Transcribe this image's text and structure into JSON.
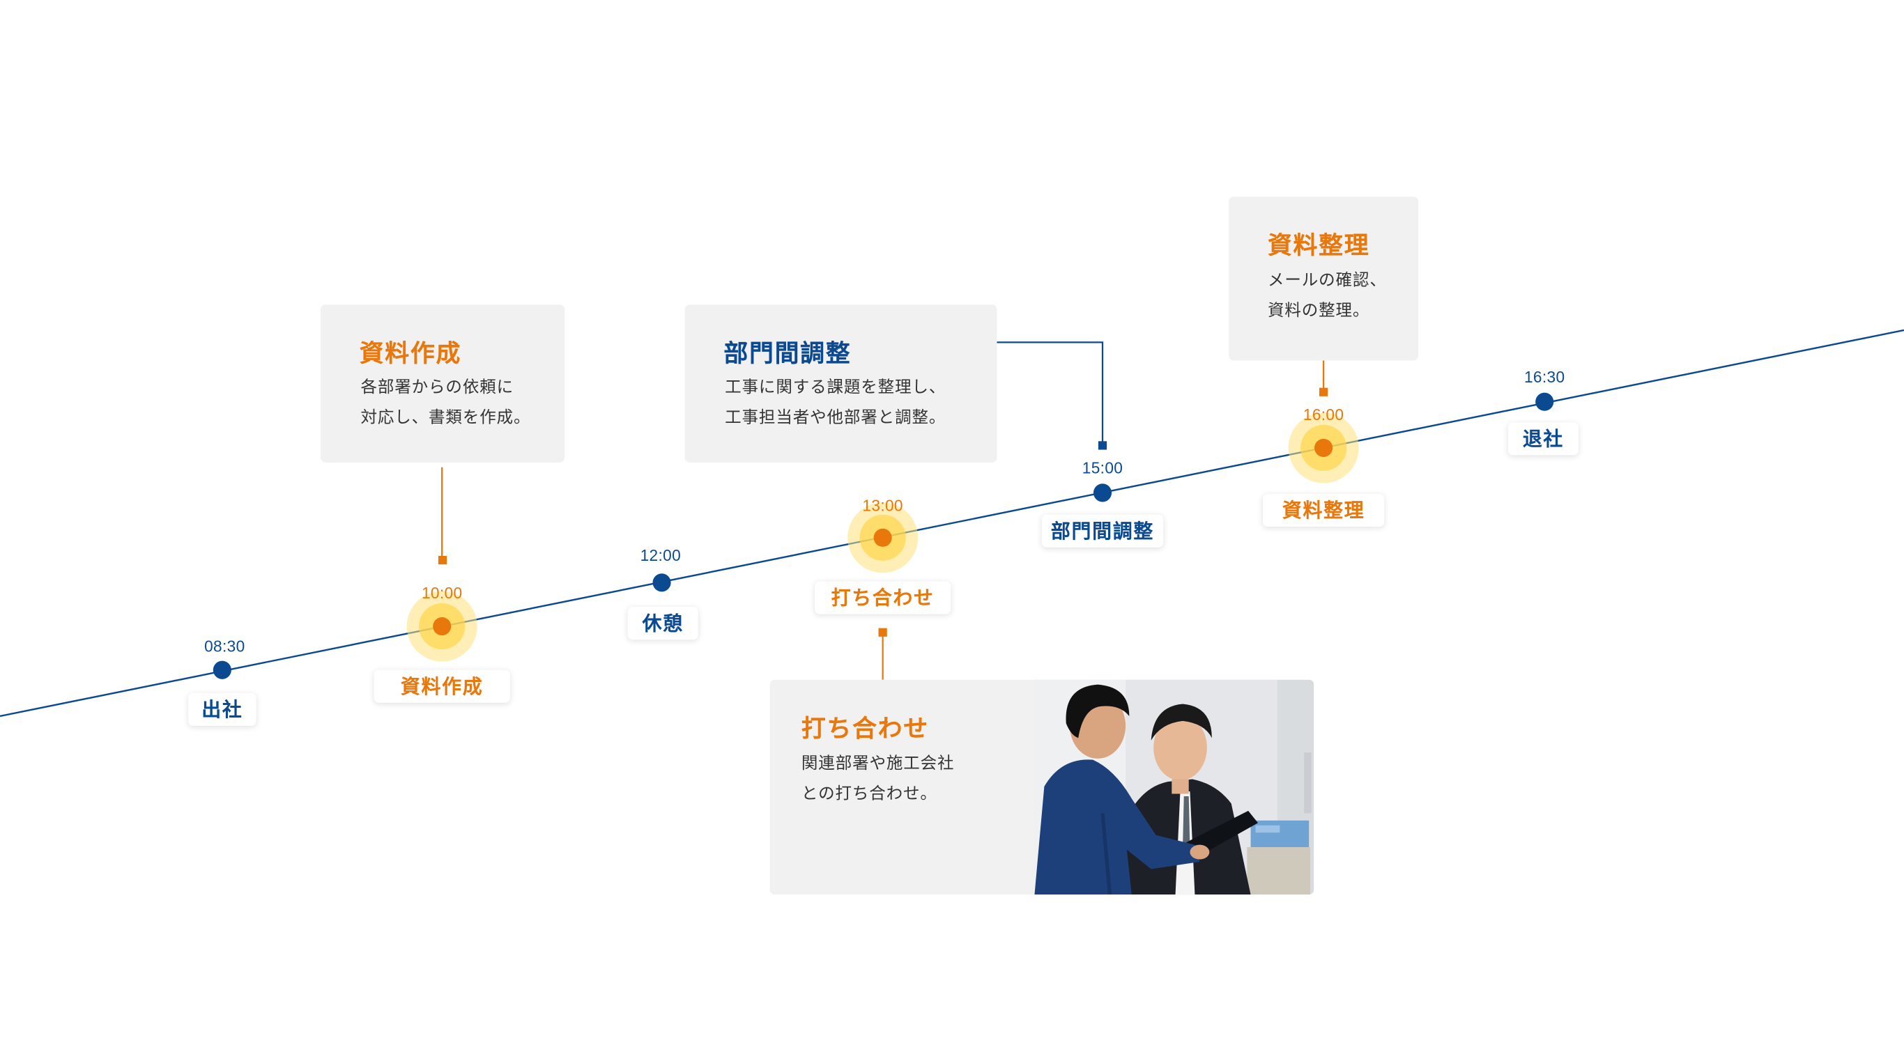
{
  "timeline": {
    "colors": {
      "blue": "#0b4a91",
      "orange": "#e8780c",
      "glow": "#ffd54a",
      "card_bg": "#f1f1f1"
    },
    "events": [
      {
        "id": "e0830",
        "time": "08:30",
        "label": "出社",
        "color": "blue"
      },
      {
        "id": "e1000",
        "time": "10:00",
        "label": "資料作成",
        "color": "orange"
      },
      {
        "id": "e1200",
        "time": "12:00",
        "label": "休憩",
        "color": "blue"
      },
      {
        "id": "e1300",
        "time": "13:00",
        "label": "打ち合わせ",
        "color": "orange"
      },
      {
        "id": "e1500",
        "time": "15:00",
        "label": "部門間調整",
        "color": "blue"
      },
      {
        "id": "e1600",
        "time": "16:00",
        "label": "資料整理",
        "color": "orange"
      },
      {
        "id": "e1630",
        "time": "16:30",
        "label": "退社",
        "color": "blue"
      }
    ],
    "cards": {
      "shiryo_sakusei": {
        "title": "資料作成",
        "description": "各部署からの依頼に\n対応し、書類を作成。"
      },
      "bumonkan_chosei": {
        "title": "部門間調整",
        "description": "工事に関する課題を整理し、\n工事担当者や他部署と調整。"
      },
      "shiryo_seiri": {
        "title": "資料整理",
        "description": "メールの確認、\n資料の整理。"
      },
      "uchiawase": {
        "title": "打ち合わせ",
        "description": "関連部署や施工会社\nとの打ち合わせ。"
      }
    }
  }
}
